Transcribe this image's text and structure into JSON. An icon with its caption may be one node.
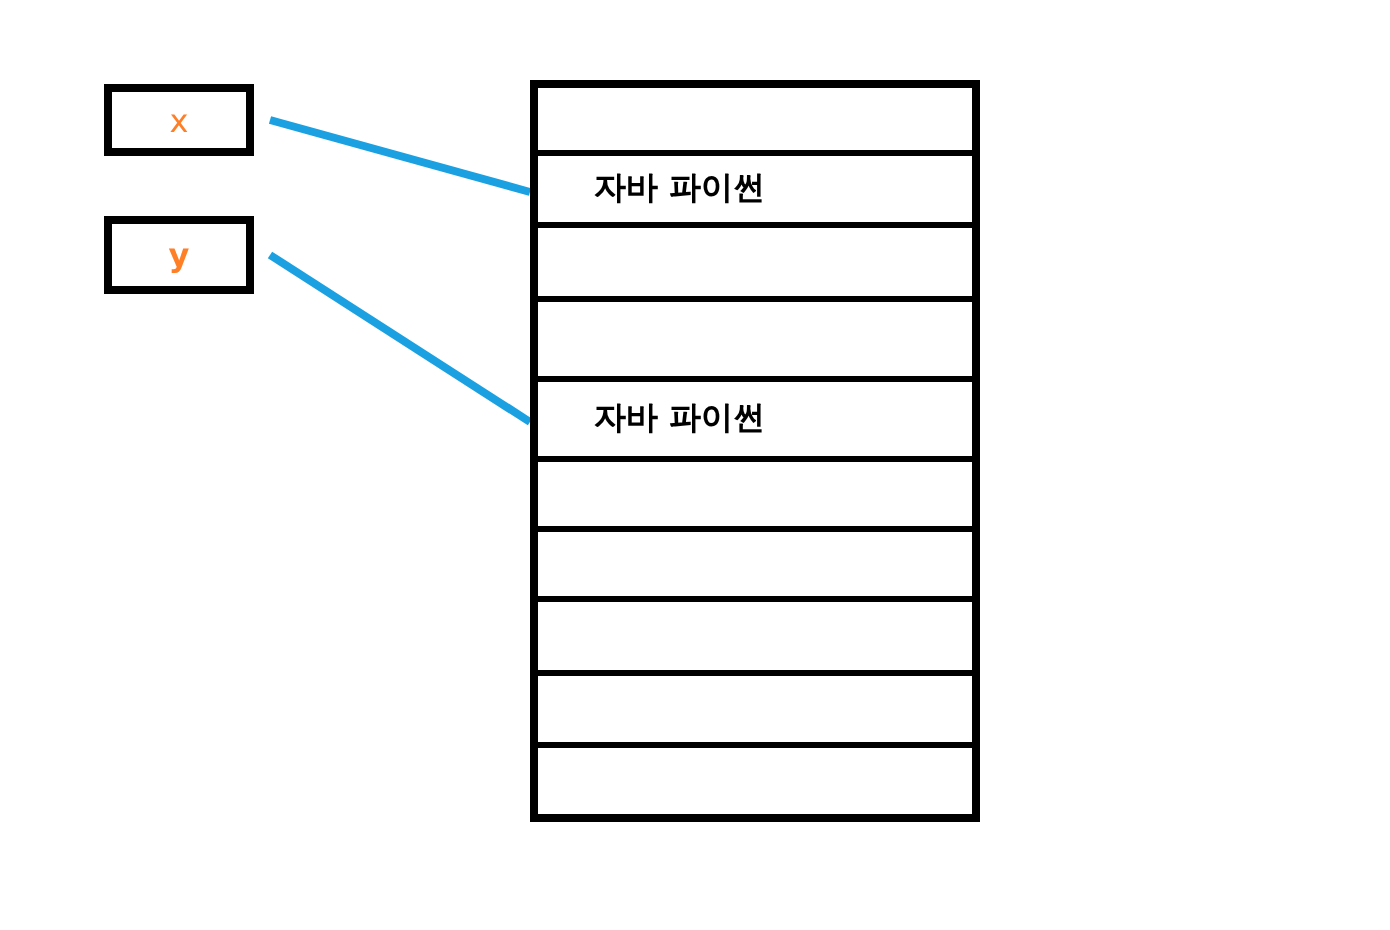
{
  "diagram": {
    "nodes": [
      {
        "text": [
          "x"
        ]
      },
      {
        "text": [
          "y"
        ]
      },
      {
        "text": [],
        "shape": "box"
      },
      {
        "text": [],
        "shape": "box",
        "in": 2
      },
      {
        "text": [
          "자바 파이썬"
        ],
        "in": 2
      },
      {
        "text": [],
        "shape": "box",
        "in": 2
      },
      {
        "text": [],
        "shape": "box",
        "in": 2
      },
      {
        "text": [
          "자바 파이썬"
        ],
        "in": 2
      },
      {
        "text": [],
        "shape": "box",
        "in": 2
      },
      {
        "text": [],
        "shape": "box",
        "in": 2
      },
      {
        "text": [],
        "shape": "box",
        "in": 2
      },
      {
        "text": [],
        "shape": "box",
        "in": 2
      },
      {
        "text": [],
        "shape": "box",
        "in": 2
      }
    ],
    "edges": [
      {
        "from": 0,
        "to": 4,
        "arrow": "none"
      },
      {
        "from": 1,
        "to": 7,
        "arrow": "none"
      }
    ]
  }
}
